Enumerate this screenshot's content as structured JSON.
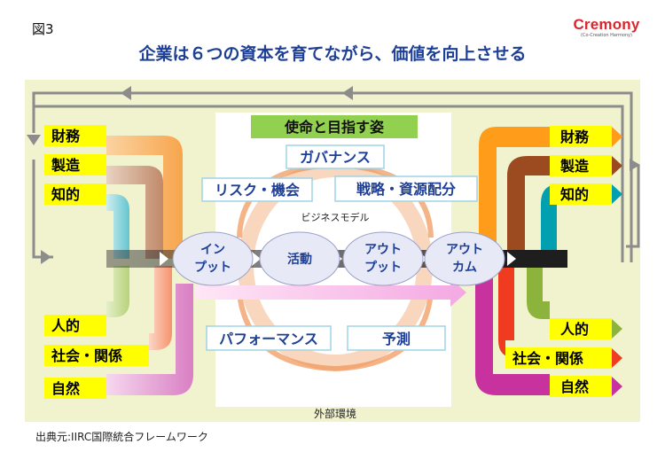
{
  "figure_label": "図3",
  "logo": {
    "main": "Cremony",
    "sub": "(Co-Creation Harmony)"
  },
  "title": "企業は６つの資本を育てながら、価値を向上させる",
  "source": "出典元:IIRC国際統合フレームワーク",
  "diagram": {
    "mission": "使命と目指す姿",
    "governance": "ガバナンス",
    "risk": "リスク・機会",
    "strategy": "戦略・資源配分",
    "business_model": "ビジネスモデル",
    "performance": "パフォーマンス",
    "outlook": "予測",
    "external": "外部環境",
    "process": [
      {
        "line1": "イン",
        "line2": "プット"
      },
      {
        "line1": "活動",
        "line2": ""
      },
      {
        "line1": "アウト",
        "line2": "プット"
      },
      {
        "line1": "アウト",
        "line2": "カム"
      }
    ],
    "capitals": [
      "財務",
      "製造",
      "知的",
      "人的",
      "社会・関係",
      "自然"
    ],
    "capital_colors": [
      "#ff9c1a",
      "#9c4a1f",
      "#00a0b0",
      "#8cb43c",
      "#ef3b1f",
      "#c8329e"
    ]
  }
}
